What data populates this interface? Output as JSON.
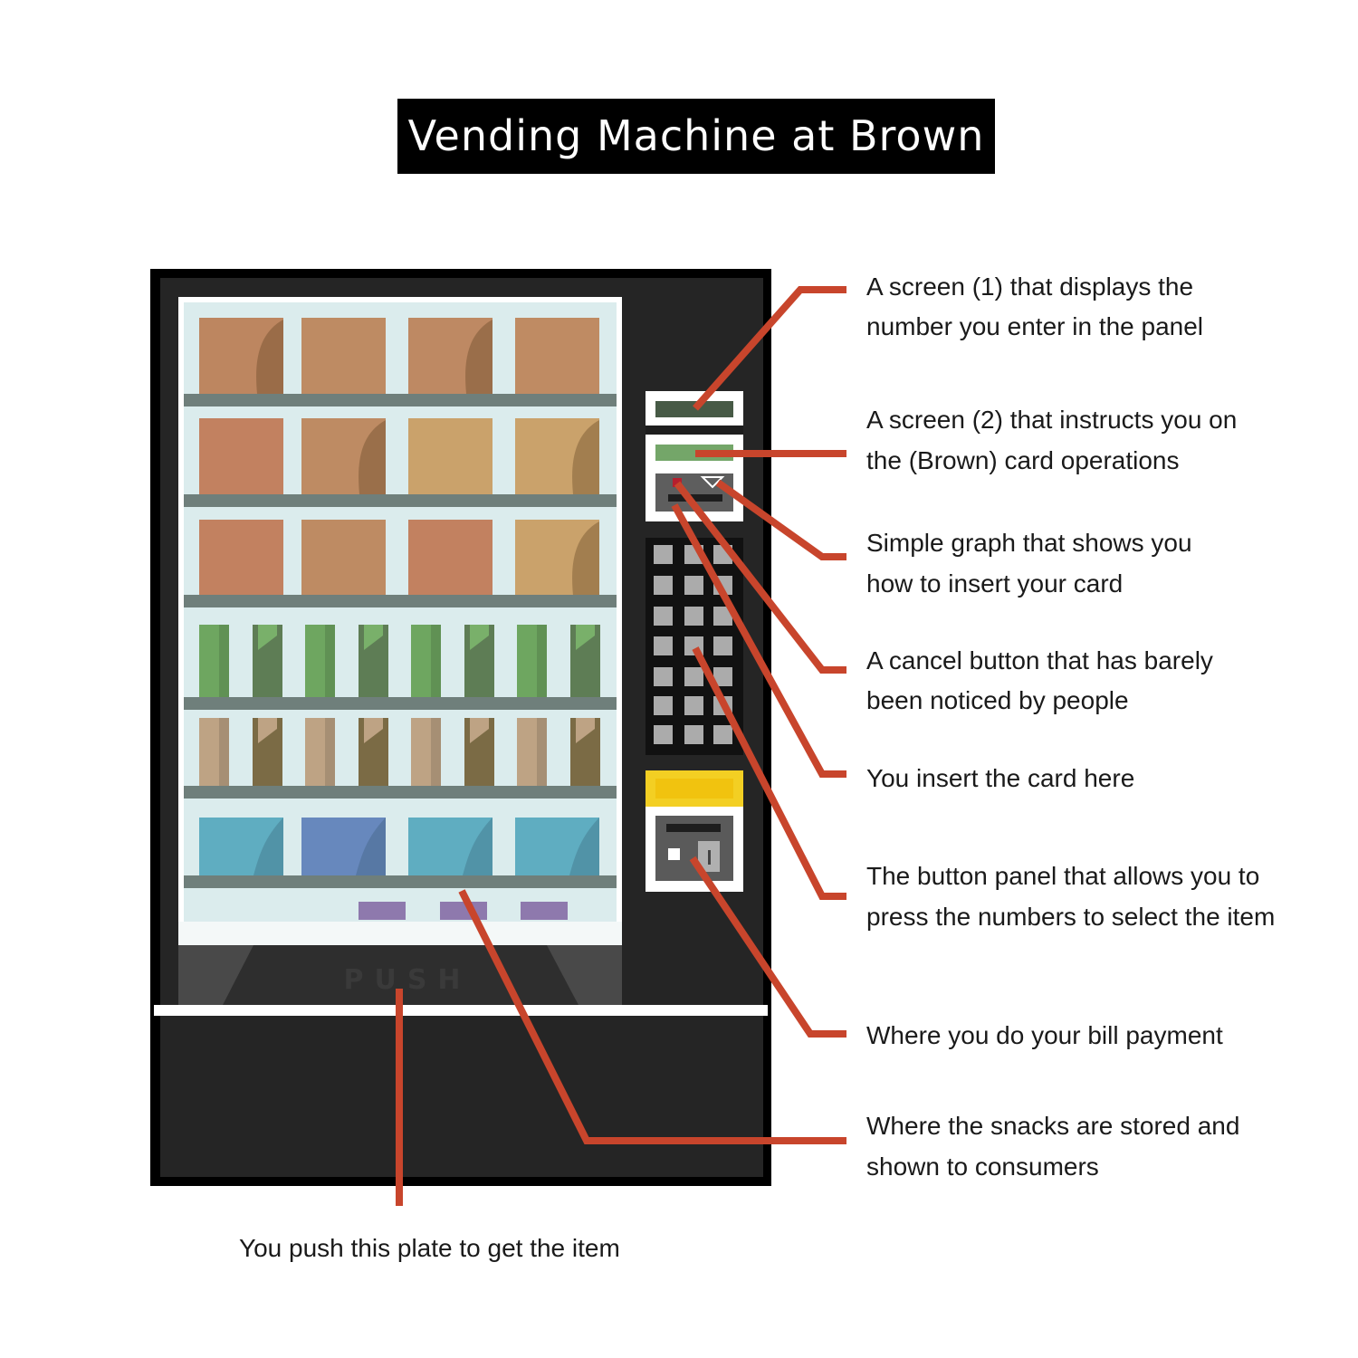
{
  "title": "Vending Machine at Brown",
  "push_label": "PUSH",
  "colors": {
    "leader_line": "#c8452c",
    "machine_body": "#252525",
    "shelf": "#6f7f7b",
    "glass": "#dbeced",
    "yellow_panel": "#f3cf23"
  },
  "annotations": [
    {
      "id": "screen-1",
      "lines": [
        "A screen (1) that displays the",
        "number you enter in the panel"
      ]
    },
    {
      "id": "screen-2",
      "lines": [
        "A screen (2) that instructs you on",
        "the (Brown) card operations"
      ]
    },
    {
      "id": "card-graph",
      "lines": [
        "Simple graph that shows you",
        "how to insert your card"
      ]
    },
    {
      "id": "cancel-button",
      "lines": [
        "A cancel button that has barely",
        "been noticed by people"
      ]
    },
    {
      "id": "card-slot",
      "lines": [
        "You insert the card here"
      ]
    },
    {
      "id": "button-panel",
      "lines": [
        "The button panel that allows you to",
        "press the numbers to select the item"
      ]
    },
    {
      "id": "bill-payment",
      "lines": [
        "Where you do your bill payment"
      ]
    },
    {
      "id": "snack-storage",
      "lines": [
        "Where the snacks are stored and",
        "shown to consumers"
      ]
    },
    {
      "id": "push-plate",
      "lines": [
        "You push this plate to get the item"
      ]
    }
  ]
}
